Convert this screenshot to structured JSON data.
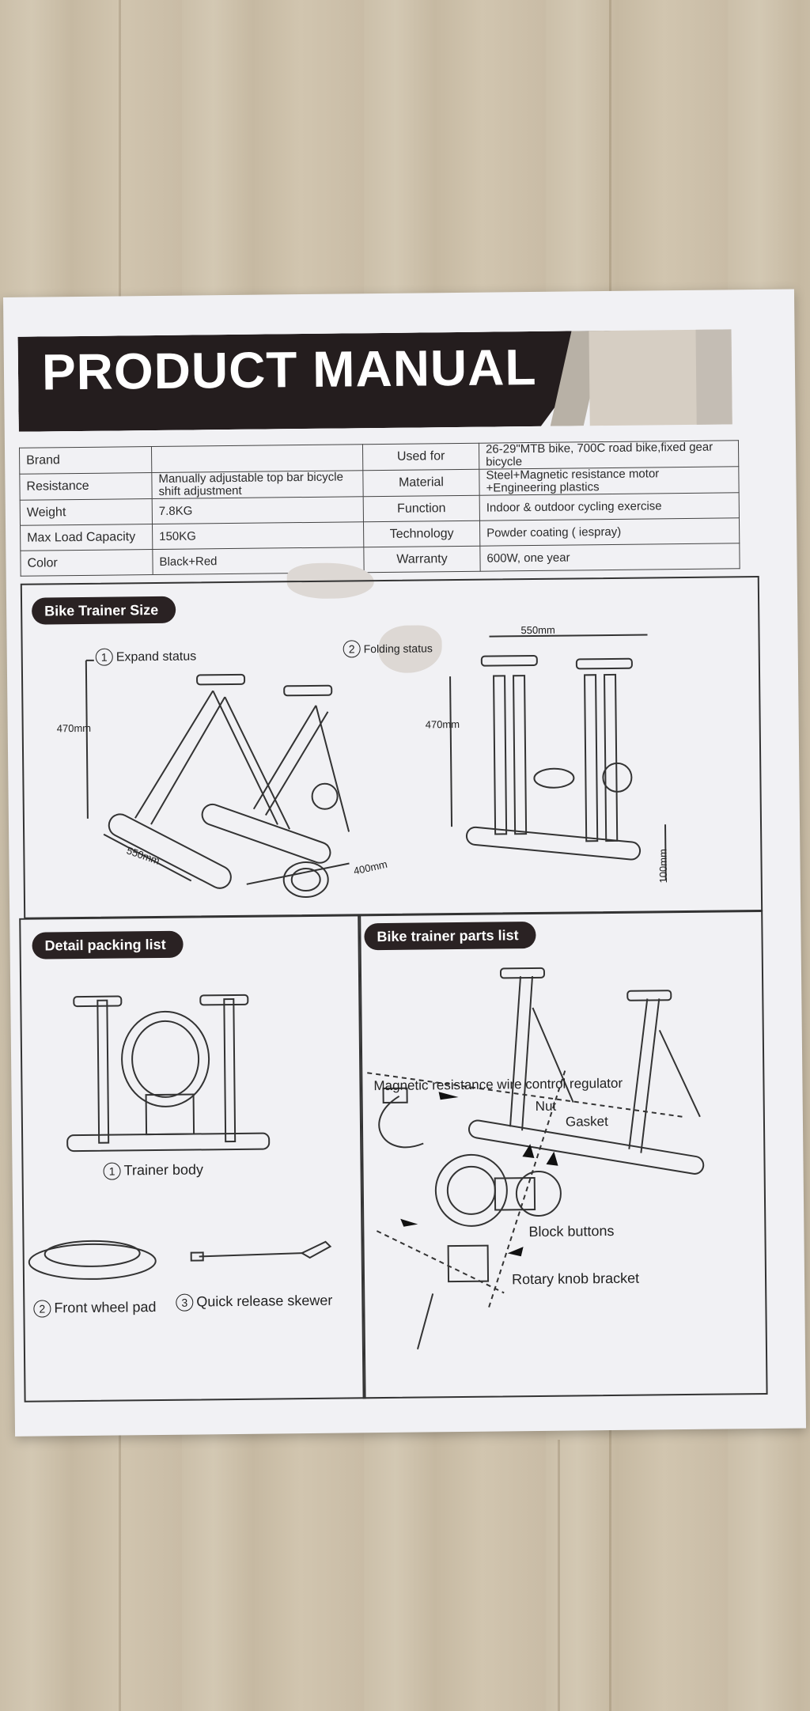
{
  "header": {
    "title": "PRODUCT MANUAL"
  },
  "specs": {
    "brand_label": "Brand",
    "brand_value": "",
    "resistance_label": "Resistance",
    "resistance_value": "Manually adjustable top bar bicycle shift adjustment",
    "weight_label": "Weight",
    "weight_value": "7.8KG",
    "max_load_label": "Max Load Capacity",
    "max_load_value": "150KG",
    "color_label": "Color",
    "color_value": "Black+Red",
    "used_for_label": "Used for",
    "used_for_value": "26-29\"MTB bike, 700C road bike,fixed gear bicycle",
    "material_label": "Material",
    "material_value": "Steel+Magnetic resistance motor +Engineering plastics",
    "function_label": "Function",
    "function_value": "Indoor & outdoor cycling exercise",
    "technology_label": "Technology",
    "technology_value": "Powder coating ( iespray)",
    "warranty_label": "Warranty",
    "warranty_value": "600W, one year"
  },
  "size_section": {
    "title": "Bike Trainer Size",
    "expand_number": "1",
    "expand_label": "Expand status",
    "folding_number": "2",
    "folding_label": "Folding status",
    "dim_470_left": "470mm",
    "dim_550_left": "550mm",
    "dim_400": "400mm",
    "dim_550_top": "550mm",
    "dim_470_right": "470mm",
    "dim_100": "100mm"
  },
  "packing_section": {
    "title": "Detail packing list",
    "item1_number": "1",
    "item1_label": "Trainer body",
    "item2_number": "2",
    "item2_label": "Front wheel pad",
    "item3_number": "3",
    "item3_label": "Quick release skewer"
  },
  "parts_section": {
    "title": "Bike trainer parts list",
    "regulator_label": "Magnetic resistance wire control regulator",
    "nut_label": "Nut",
    "gasket_label": "Gasket",
    "block_buttons_label": "Block buttons",
    "rotary_label": "Rotary knob bracket"
  },
  "colors": {
    "banner": "#241d1e",
    "paper": "#f1f1f4",
    "ink": "#2b2b2b"
  }
}
